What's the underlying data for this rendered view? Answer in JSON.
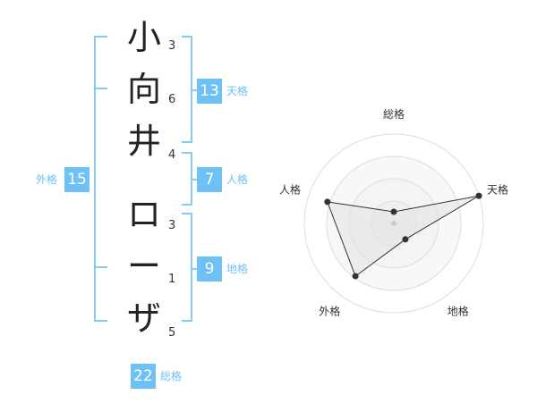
{
  "name": {
    "chars": [
      "小",
      "向",
      "井",
      "ロ",
      "ー",
      "ザ"
    ],
    "strokes": [
      "3",
      "6",
      "4",
      "3",
      "1",
      "5"
    ]
  },
  "scores": {
    "tenkaku": {
      "value": "13",
      "label": "天格"
    },
    "jinkaku": {
      "value": "7",
      "label": "人格"
    },
    "chikaku": {
      "value": "9",
      "label": "地格"
    },
    "gaikaku": {
      "value": "15",
      "label": "外格"
    },
    "soukaku": {
      "value": "22",
      "label": "総格"
    }
  },
  "colors": {
    "accent": "#6ec1f5",
    "bracket": "#87c9f0"
  },
  "chart_data": {
    "type": "radar",
    "axes": [
      "総格",
      "天格",
      "地格",
      "外格",
      "人格"
    ],
    "values": [
      0.13,
      1.0,
      0.22,
      0.73,
      0.78
    ],
    "range": [
      0,
      1
    ],
    "rings": 4,
    "grid": true
  }
}
